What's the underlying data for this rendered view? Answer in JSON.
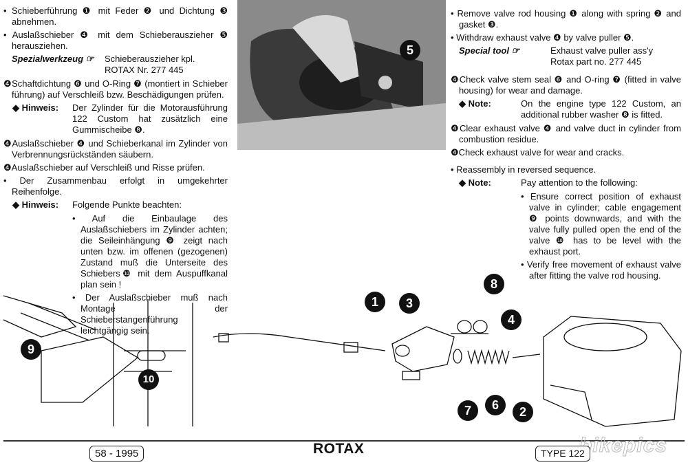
{
  "german": {
    "step1": "• Schieberführung ❶ mit Feder ❷ und Dichtung ❸ abnehmen.",
    "step2": "• Auslaßschieber ❹ mit dem Schieberauszieher ❺ herausziehen.",
    "tool_label": "Spezialwerkzeug ☞",
    "tool_line1": "Schieberauszieher kpl.",
    "tool_line2": "ROTAX Nr. 277 445",
    "check1": "❹Schaftdichtung ❻ und O-Ring ❼ (montiert in Schieber führung) auf Verschleiß bzw. Beschädigungen prüfen.",
    "note1_label": "◆ Hinweis:",
    "note1_text": "Der Zylinder für die Motorausführung 122 Custom hat zusätzlich eine Gummischeibe ❽.",
    "check2": "❹Auslaßschieber ❹ und Schieberkanal im Zylinder von Verbrennungsrückständen säubern.",
    "check3": "❹Auslaßschieber auf Verschleiß und Risse prüfen.",
    "step3": "• Der Zusammenbau erfolgt in umgekehrter Reihenfolge.",
    "note2_label": "◆ Hinweis:",
    "note2_text": "Folgende Punkte beachten:",
    "sub1": "• Auf die Einbaulage des Auslaßschiebers im Zylinder achten; die Seileinhängung ❾ zeigt nach unten bzw. im offenen (gezogenen) Zustand muß die Unterseite des Schiebers❿ mit dem Auspuffkanal plan sein !",
    "sub2": "• Der Auslaßschieber muß nach Montage der Schieberstangenführung leichtgängig sein."
  },
  "english": {
    "step1": "• Remove valve rod housing ❶ along with spring ❷ and gasket ❸.",
    "step2": "• Withdraw exhaust valve ❹ by valve puller ❺.",
    "tool_label": "Special tool ☞",
    "tool_line1": "Exhaust valve puller ass'y",
    "tool_line2": "Rotax part no. 277 445",
    "check1": "❹Check valve stem seal ❻ and O-ring ❼ (fitted in valve housing) for wear and damage.",
    "note1_label": "◆ Note:",
    "note1_text": "On the engine type 122 Custom, an additional rubber washer ❽ is fitted.",
    "check2": "❹Clear exhaust valve ❹ and valve duct in cylinder from combustion residue.",
    "check3": "❹Check exhaust valve for wear and cracks.",
    "step3": "• Reassembly in reversed sequence.",
    "note2_label": "◆ Note:",
    "note2_text": "Pay attention to the following:",
    "sub1": "• Ensure correct position of exhaust valve in cylinder; cable engagement ❾ points downwards, and with the valve fully pulled open the end of the valve ❿ has to be level with the exhaust port.",
    "sub2": "• Verify free movement of exhaust valve after fitting the valve rod housing."
  },
  "callouts": {
    "c1": "1",
    "c2": "2",
    "c3": "3",
    "c4": "4",
    "c5": "5",
    "c6": "6",
    "c7": "7",
    "c8": "8",
    "c9": "9",
    "c10": "10"
  },
  "footer": {
    "page": "58 - 1995",
    "brand": "ROTAX",
    "type": "TYPE 122",
    "watermark": "bikepics"
  }
}
